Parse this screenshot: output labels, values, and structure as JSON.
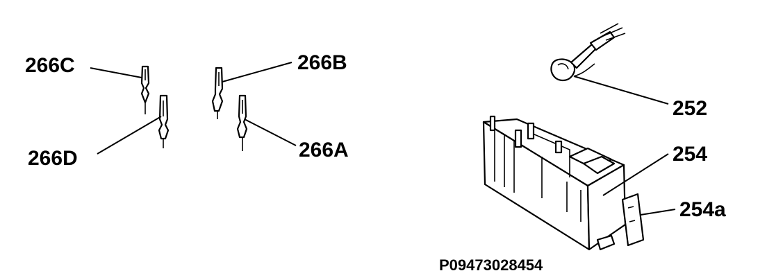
{
  "labels": {
    "l266C": "266C",
    "l266B": "266B",
    "l266D": "266D",
    "l266A": "266A",
    "l252": "252",
    "l254": "254",
    "l254a": "254a"
  },
  "footer": {
    "part_number": "P09473028454"
  },
  "icons": [
    "electrode-icon",
    "connector-cable-icon",
    "spark-generator-icon",
    "mounting-bracket-icon"
  ]
}
